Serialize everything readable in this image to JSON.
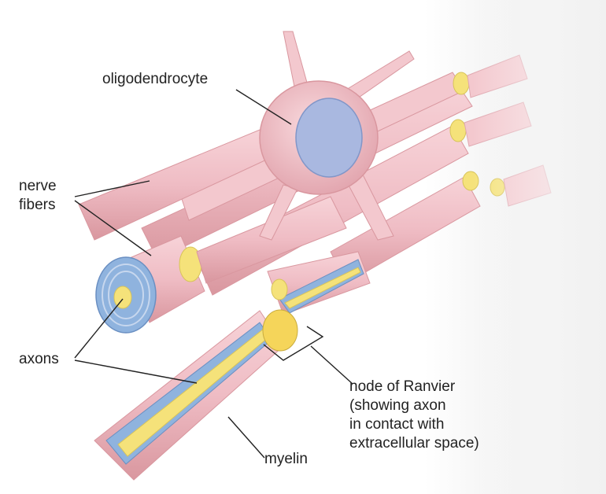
{
  "labels": {
    "oligodendrocyte": "oligodendrocyte",
    "nerve_fibers": "nerve\nfibers",
    "axons": "axons",
    "node_of_ranvier": "node of Ranvier\n(showing axon\nin contact with\nextracellular space)",
    "myelin": "myelin"
  },
  "colors": {
    "myelin_pink": "#f2c2c8",
    "myelin_shadow": "#d9979f",
    "nucleus_blue": "#a9b8e0",
    "axon_yellow": "#f5e27a",
    "sheath_blue": "#8fb3de"
  }
}
